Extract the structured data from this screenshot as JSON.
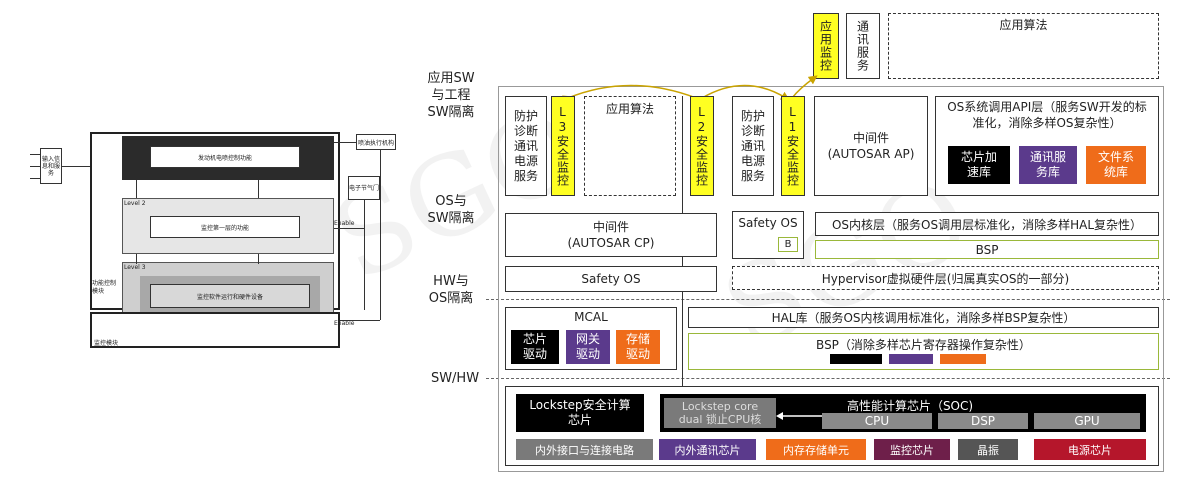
{
  "left_diagram": {
    "input_label": "输入信息和服务",
    "engine_func": "发动机电喷控制功能",
    "actuator": "喷油执行机构",
    "level2": "Level 2",
    "monitor_l1": "监控第一层的功能",
    "throttle": "电子节气门",
    "enable1": "Enable",
    "level3": "Level 3",
    "monitor_sw_hw": "监控软件运行和硬件设备",
    "func_ctrl": "功能控制模块",
    "enable2": "Enable",
    "monitor_module": "监控模块"
  },
  "row_labels": {
    "app_sw": "应用SW\n与工程\nSW隔离",
    "os_sw": "OS与\nSW隔离",
    "hw_os": "HW与\nOS隔离",
    "sw_hw": "SW/HW"
  },
  "top": {
    "app_monitor": "应用监控",
    "comm_service": "通讯服务",
    "app_algo": "应用算法"
  },
  "left_stack": {
    "protect": "防护诊断通讯电源服务",
    "l3": "L3安全监控",
    "app_algo": "应用算法",
    "l2": "L2安全监控",
    "middleware": "中间件\n(AUTOSAR CP)",
    "safety_os": "Safety OS",
    "mcal": "MCAL",
    "chip_drivers": [
      {
        "label": "芯片\n驱动",
        "color": "#000000"
      },
      {
        "label": "网关\n驱动",
        "color": "#5b3a8c"
      },
      {
        "label": "存储\n驱动",
        "color": "#ef6c1a"
      }
    ]
  },
  "right_stack": {
    "protect": "防护诊断通讯电源服务",
    "l1": "L1安全监控",
    "middleware": "中间件\n(AUTOSAR AP)",
    "os_api": "OS系统调用API层（服务SW开发的标准化，消除多样OS复杂性）",
    "libs": [
      {
        "label": "芯片加\n速库",
        "color": "#000000"
      },
      {
        "label": "通讯服\n务库",
        "color": "#5b3a8c"
      },
      {
        "label": "文件系\n统库",
        "color": "#ef6c1a"
      }
    ],
    "safety_os": "Safety OS",
    "b_label": "B",
    "os_kernel": "OS内核层（服务OS调用层标准化，消除多样HAL复杂性）",
    "bsp_top": "BSP",
    "hypervisor": "Hypervisor虚拟硬件层(归属真实OS的一部分)",
    "hal": "HAL库（服务OS内核调用标准化，消除多样BSP复杂性）",
    "bsp": "BSP（消除多样芯片寄存器操作复杂性）",
    "bsp_colors": [
      "#000000",
      "#5b3a8c",
      "#ef6c1a"
    ]
  },
  "hardware": {
    "lockstep_chip": "Lockstep安全计算\n芯片",
    "lockstep_core": "Lockstep core\ndual 锁止CPU核",
    "soc": "高性能计算芯片（SOC)",
    "cpu": "CPU",
    "dsp": "DSP",
    "gpu": "GPU",
    "bottom": [
      {
        "label": "内外接口与连接电路",
        "color": "#7a7a7a"
      },
      {
        "label": "内外通讯芯片",
        "color": "#5b3a8c"
      },
      {
        "label": "内存存储单元",
        "color": "#ef6c1a"
      },
      {
        "label": "监控芯片",
        "color": "#6e1f4a"
      },
      {
        "label": "晶振",
        "color": "#555555"
      },
      {
        "label": "电源芯片",
        "color": "#b5162b"
      }
    ]
  }
}
